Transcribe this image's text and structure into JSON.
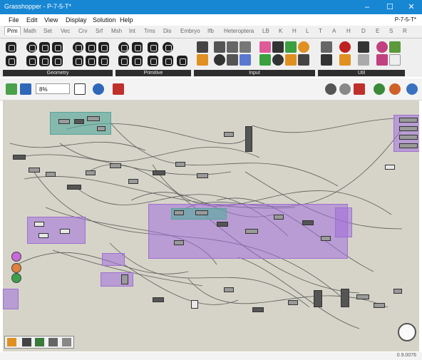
{
  "window": {
    "title": "Grasshopper - P-7-5-T*",
    "minimize": "–",
    "maximize": "☐",
    "close": "✕"
  },
  "menu": {
    "items": [
      "File",
      "Edit",
      "View",
      "Display",
      "Solution",
      "Help"
    ],
    "document_name": "P-7-5-T*"
  },
  "tabs": [
    "Prm",
    "Math",
    "Set",
    "Vec",
    "Crv",
    "Srf",
    "Msh",
    "Int",
    "Trns",
    "Dis",
    "Embryo",
    "Ifb",
    "Heteroptera",
    "LB",
    "K",
    "H",
    "L",
    "T",
    "A",
    "H",
    "D",
    "E",
    "S",
    "R"
  ],
  "active_tab": "Prm",
  "ribbon": {
    "panels": [
      "Geometry",
      "Primitive",
      "Input",
      "Util"
    ]
  },
  "toolbar": {
    "zoom": "8%"
  },
  "status": {
    "version": "0.9.0076"
  },
  "colors": {
    "titlebar": "#1787d4",
    "canvas": "#d6d4c8",
    "group_purple": "#b48ce6",
    "group_teal": "#5aa39a"
  }
}
